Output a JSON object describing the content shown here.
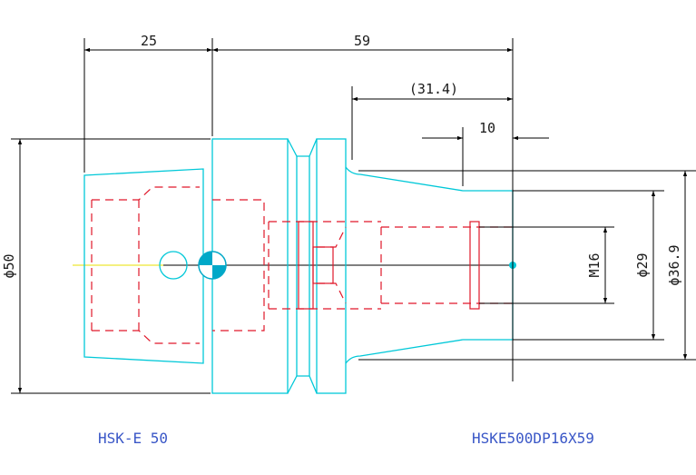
{
  "dimensions": {
    "d25": "25",
    "d59": "59",
    "d31_4": "(31.4)",
    "d10": "10",
    "dia50": "ϕ50",
    "m16": "M16",
    "dia29": "ϕ29",
    "dia36_9": "ϕ36.9"
  },
  "labels": {
    "taper": "HSK-E 50",
    "part_number": "HSKE500DP16X59"
  },
  "colors": {
    "outline": "#00c8d8",
    "hidden": "#e0182a",
    "dimension": "#000000",
    "text": "#3a57c7"
  }
}
